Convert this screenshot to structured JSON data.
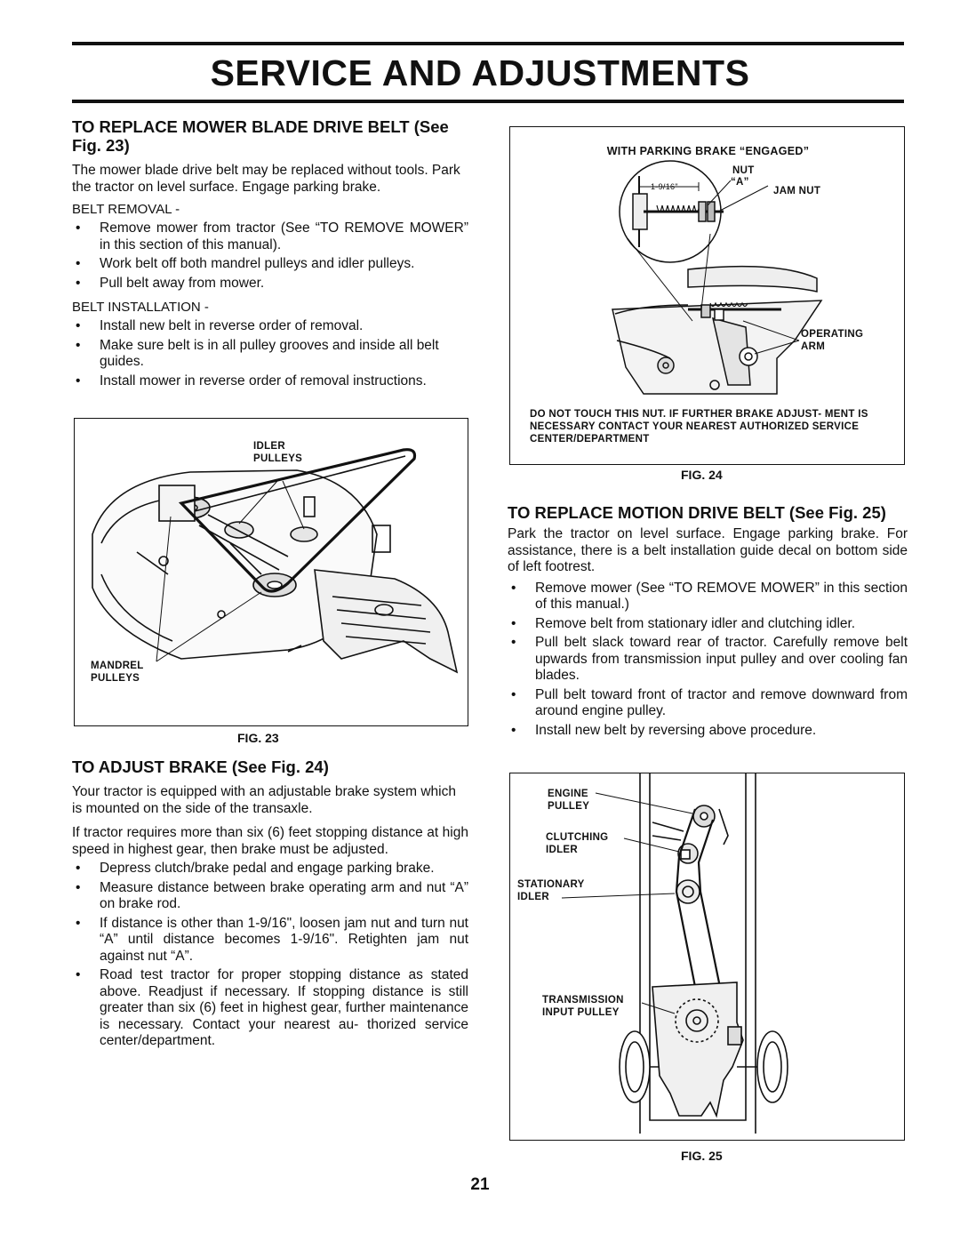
{
  "header": {
    "title": "SERVICE AND ADJUSTMENTS"
  },
  "blade_belt": {
    "heading": "TO REPLACE MOWER BLADE DRIVE BELT (See Fig. 23)",
    "intro": "The mower blade drive belt may be replaced without tools. Park the tractor on level surface.  Engage parking brake.",
    "removal_label": "BELT REMOVAL -",
    "removal_steps": [
      "Remove mower from tractor (See “TO REMOVE MOWER” in this section of this manual).",
      "Work belt off both mandrel pulleys and idler pulleys.",
      "Pull belt away from mower."
    ],
    "install_label": "BELT INSTALLATION -",
    "install_steps": [
      "Install new belt in reverse order of removal.",
      "Make sure belt is in all pulley grooves and inside all belt guides.",
      "Install mower in reverse order of removal instructions."
    ]
  },
  "fig23": {
    "label_idler": "IDLER PULLEYS",
    "label_mandrel": "MANDREL PULLEYS",
    "caption": "FIG. 23"
  },
  "brake": {
    "heading": "TO ADJUST BRAKE (See Fig. 24)",
    "p1": "Your tractor is equipped with an adjustable brake system which is mounted on the side of the transaxle.",
    "p2": "If tractor requires more than six (6) feet stopping distance at high speed  in highest gear, then brake must be adjusted.",
    "steps": [
      "Depress clutch/brake pedal and engage parking brake.",
      "Measure distance between brake operating arm and nut “A” on brake rod.",
      "If distance is other than 1-9/16\", loosen jam nut and turn nut “A” until distance becomes 1-9/16\".  Retighten jam nut against nut “A”.",
      "Road test tractor for proper stopping distance as stated above.  Readjust if necessary.  If stopping distance is still greater than six (6) feet in highest gear, further maintenance is necessary.  Contact your nearest au- thorized service center/department."
    ]
  },
  "fig24": {
    "title": "WITH PARKING BRAKE “ENGAGED”",
    "label_nut": "NUT",
    "label_a": "“A”",
    "label_dim": "1-9/16\"",
    "label_jam": "JAM NUT",
    "label_arm": "OPERATING ARM",
    "warning": "DO NOT TOUCH THIS NUT.  IF FURTHER BRAKE ADJUST- MENT IS NECESSARY CONTACT YOUR NEAREST AUTHORIZED SERVICE CENTER/DEPARTMENT",
    "caption": "FIG. 24"
  },
  "motion": {
    "heading": "TO REPLACE MOTION DRIVE BELT (See Fig. 25)",
    "intro": "Park the tractor on level surface. Engage parking brake. For assistance, there is a belt installation guide decal on bottom side of left footrest.",
    "steps": [
      "Remove mower (See “TO REMOVE MOWER” in this section of this manual.)",
      "Remove belt from stationary idler and clutching idler.",
      "Pull belt slack toward rear of tractor.  Carefully remove belt upwards from transmission input pulley and over cooling fan blades.",
      "Pull belt toward front of tractor and remove downward from around engine pulley.",
      "Install new belt by reversing above procedure."
    ]
  },
  "fig25": {
    "label_engine": "ENGINE PULLEY",
    "label_clutch": "CLUTCHING IDLER",
    "label_stat": "STATIONARY IDLER",
    "label_trans": "TRANSMISSION INPUT PULLEY",
    "caption": "FIG. 25"
  },
  "footer": {
    "page_number": "21"
  }
}
